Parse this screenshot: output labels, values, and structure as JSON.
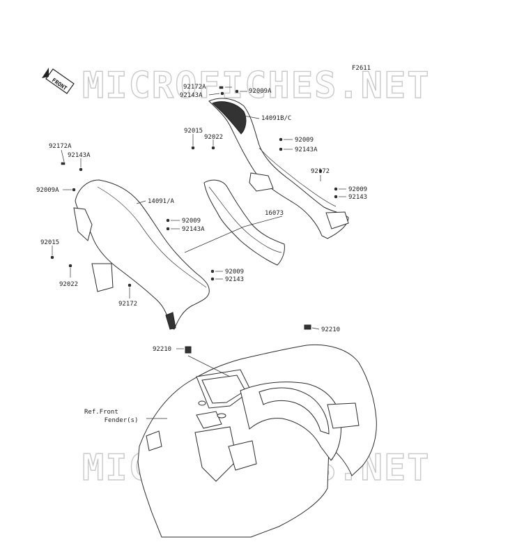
{
  "diagram": {
    "figure_code": "F2611",
    "watermark": "MICROFICHES.NET",
    "front_arrow_label": "FRONT",
    "reference_note": [
      "Ref.Front",
      "Fender(s)"
    ],
    "callouts": [
      {
        "id": "c1",
        "text": "92172A"
      },
      {
        "id": "c2",
        "text": "92143A"
      },
      {
        "id": "c3",
        "text": "92009A"
      },
      {
        "id": "c4",
        "text": "14091B/C"
      },
      {
        "id": "c5",
        "text": "92015"
      },
      {
        "id": "c6",
        "text": "92022"
      },
      {
        "id": "c7",
        "text": "92009"
      },
      {
        "id": "c8",
        "text": "92143A"
      },
      {
        "id": "c9",
        "text": "92172"
      },
      {
        "id": "c10",
        "text": "92009"
      },
      {
        "id": "c11",
        "text": "92143"
      },
      {
        "id": "c12",
        "text": "16073"
      },
      {
        "id": "c13",
        "text": "92172A"
      },
      {
        "id": "c14",
        "text": "92143A"
      },
      {
        "id": "c15",
        "text": "92009A"
      },
      {
        "id": "c16",
        "text": "14091/A"
      },
      {
        "id": "c17",
        "text": "92009"
      },
      {
        "id": "c18",
        "text": "92143A"
      },
      {
        "id": "c19",
        "text": "92015"
      },
      {
        "id": "c20",
        "text": "92009"
      },
      {
        "id": "c21",
        "text": "92143"
      },
      {
        "id": "c22",
        "text": "92022"
      },
      {
        "id": "c23",
        "text": "92172"
      },
      {
        "id": "c24",
        "text": "92210"
      },
      {
        "id": "c25",
        "text": "92210"
      }
    ]
  }
}
